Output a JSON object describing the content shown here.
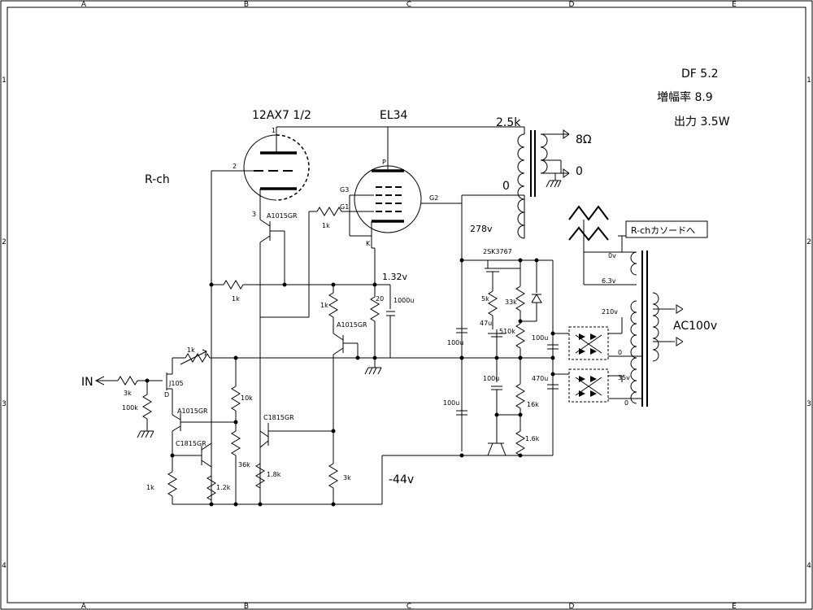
{
  "frame": {
    "cols": [
      "A",
      "B",
      "C",
      "D",
      "E"
    ],
    "rows": [
      "1",
      "2",
      "3",
      "4"
    ]
  },
  "specs": {
    "df": "DF  5.2",
    "gain": "増幅率  8.9",
    "power": "出力 3.5W"
  },
  "labels": {
    "channel": "R-ch",
    "tube_driver": "12AX7 1/2",
    "tube_output": "EL34",
    "input": "IN",
    "ac_input": "AC100v",
    "cathode_note": "R-chカソードへ",
    "neg_rail": "-44v",
    "b_plus": "278v",
    "cathode_v": "1.32v"
  },
  "output_transformer": {
    "primary": "2.5k",
    "primary_zero": "0",
    "tap_8": "8Ω",
    "tap_0": "0"
  },
  "power_transformer": {
    "heater_0": "0v",
    "heater_63": "6.3v",
    "hv": "210v",
    "hv_0": "0",
    "lv": "35v",
    "lv_0": "0"
  },
  "pins": {
    "t1_1": "1",
    "t1_2": "2",
    "t1_3": "3",
    "g3": "G3",
    "g1": "G1",
    "g2": "G2",
    "p": "P",
    "k": "K",
    "d": "D"
  },
  "parts": {
    "r_in_grid": "1k",
    "q_a1015_top": "A1015GR",
    "r_fb": "1k",
    "r_k20": "20",
    "c_k1000": "1000u",
    "r_1k_v": "1k",
    "q_a1015_mid": "A1015GR",
    "r_vr1k": "1k",
    "r_in3k": "3k",
    "r_in100k": "100k",
    "jfet": "J105",
    "q_a1015_in": "A1015GR",
    "q_c1815_in": "C1815GR",
    "r_1k_bot": "1k",
    "r_1k2": "1.2k",
    "r_10k": "10k",
    "r_36k": "36k",
    "q_c1815_mid": "C1815GR",
    "r_1k8": "1.8k",
    "r_3k": "3k",
    "mosfet": "2SK3767",
    "r_5k": "5k",
    "r_33k": "33k",
    "c_47u": "47u",
    "r_510k": "510k",
    "c_100u_a": "100u",
    "c_100u_b": "100u",
    "c_100u_c": "100u",
    "c_100u_d": "100u",
    "c_470u": "470u",
    "r_16k": "16k",
    "r_1k6": "1.6k"
  }
}
